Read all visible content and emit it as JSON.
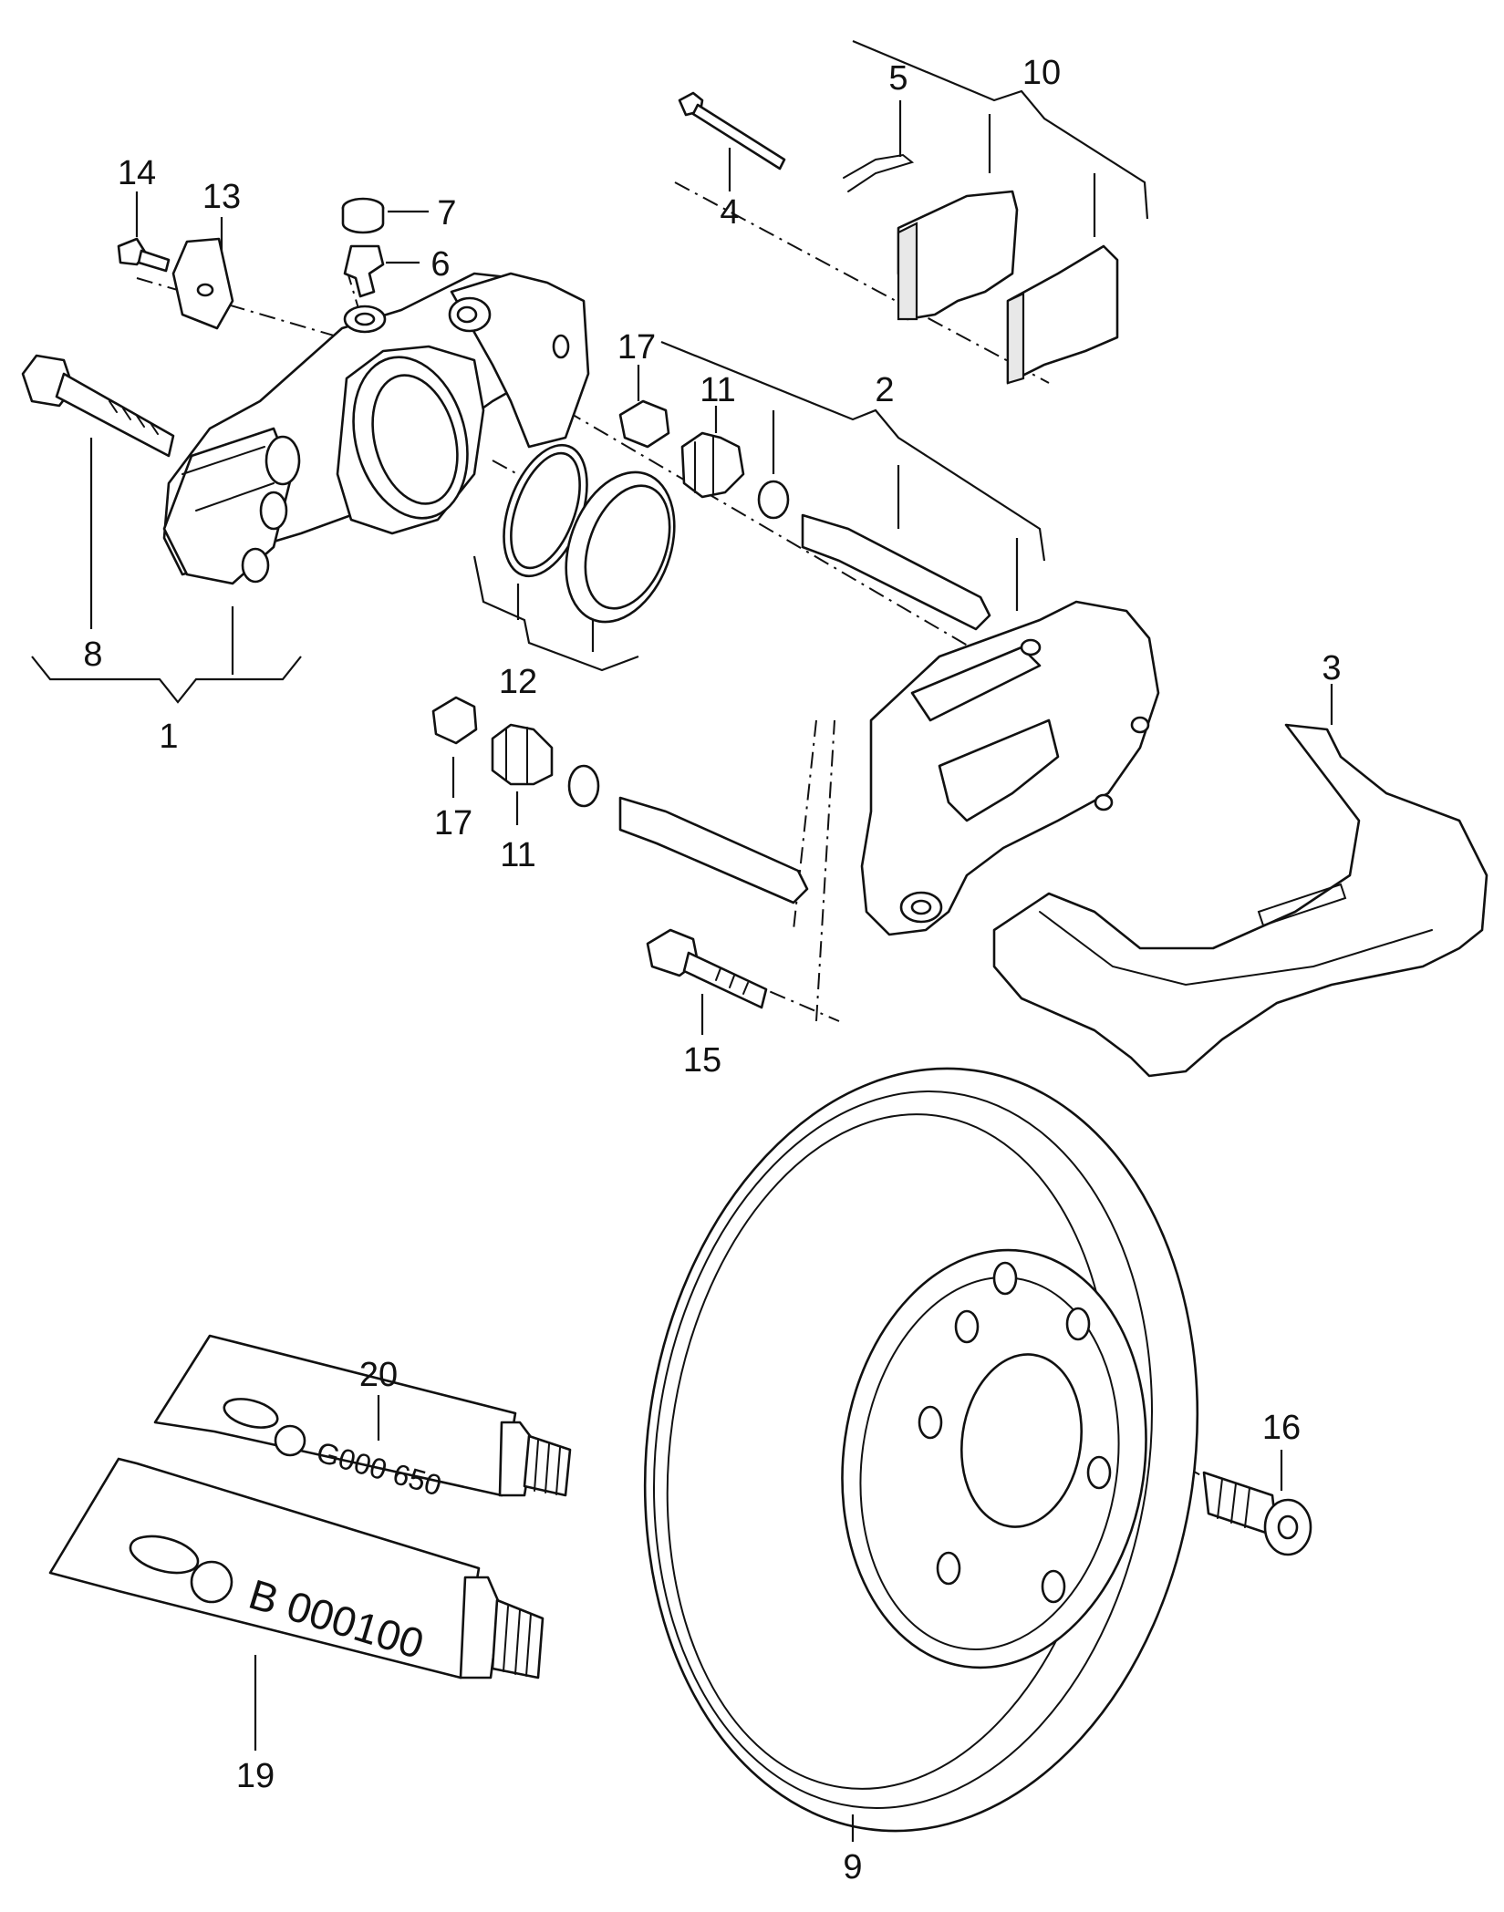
{
  "callouts": [
    {
      "id": "1",
      "label": "1"
    },
    {
      "id": "2",
      "label": "2"
    },
    {
      "id": "3",
      "label": "3"
    },
    {
      "id": "4",
      "label": "4"
    },
    {
      "id": "5",
      "label": "5"
    },
    {
      "id": "6",
      "label": "6"
    },
    {
      "id": "7",
      "label": "7"
    },
    {
      "id": "8",
      "label": "8"
    },
    {
      "id": "9",
      "label": "9"
    },
    {
      "id": "10",
      "label": "10"
    },
    {
      "id": "11a",
      "label": "11"
    },
    {
      "id": "11b",
      "label": "11"
    },
    {
      "id": "12",
      "label": "12"
    },
    {
      "id": "13",
      "label": "13"
    },
    {
      "id": "14",
      "label": "14"
    },
    {
      "id": "15",
      "label": "15"
    },
    {
      "id": "16",
      "label": "16"
    },
    {
      "id": "17a",
      "label": "17"
    },
    {
      "id": "17b",
      "label": "17"
    },
    {
      "id": "19",
      "label": "19"
    },
    {
      "id": "20",
      "label": "20"
    }
  ],
  "tubes": {
    "upper": {
      "code": "G000 650"
    },
    "lower": {
      "code": "B 000100"
    }
  }
}
